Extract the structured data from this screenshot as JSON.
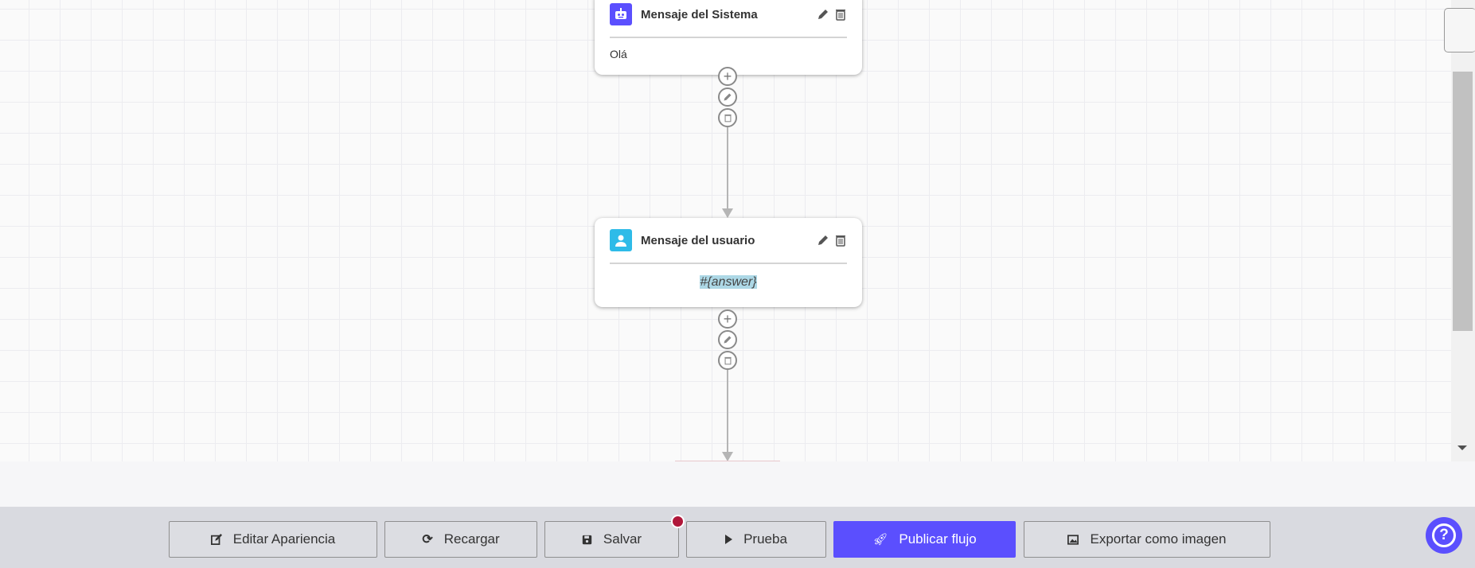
{
  "nodes": [
    {
      "title": "Mensaje del Sistema",
      "icon": "robot-icon",
      "icon_color": "#5b4ffe",
      "body": "Olá"
    },
    {
      "title": "Mensaje del usuario",
      "icon": "user-icon",
      "icon_color": "#2ebbe8",
      "body": "#{answer}"
    }
  ],
  "toolbar": {
    "edit_label": "Editar Apariencia",
    "reload_label": "Recargar",
    "save_label": "Salvar",
    "test_label": "Prueba",
    "publish_label": "Publicar flujo",
    "export_label": "Exportar como imagen",
    "accent": "#5b4ffe",
    "unsaved_dot_color": "#b0173a"
  }
}
